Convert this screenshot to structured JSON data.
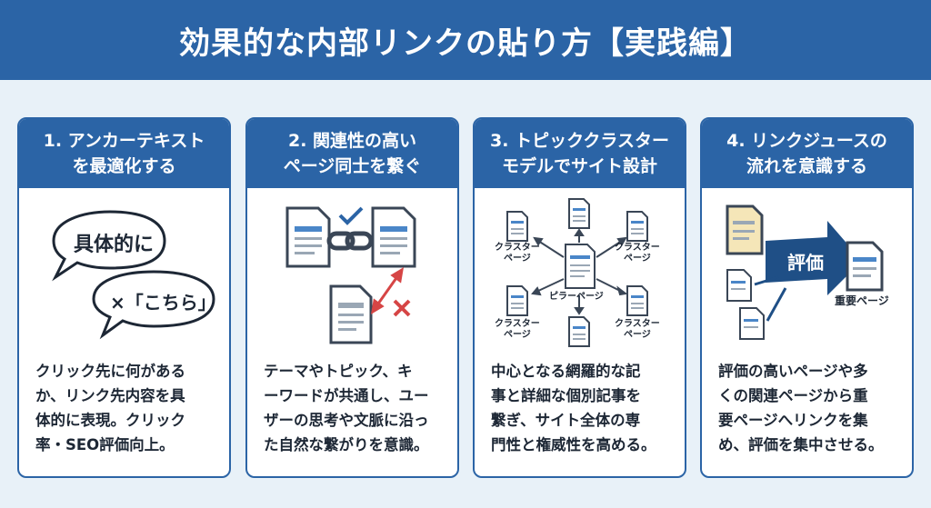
{
  "title": "効果的な内部リンクの貼り方【実践編】",
  "cards": [
    {
      "heading": [
        "1. アンカーテキスト",
        "を最適化する"
      ],
      "bubble_good": "具体的に",
      "bubble_bad": "×「こちら」",
      "body": [
        "クリック先に何があるか、リンク先内容を具",
        "体的に表現。クリック",
        "率・SEO評価向上。"
      ]
    },
    {
      "heading": [
        "2. 関連性の高い",
        "ページ同士を繋ぐ"
      ],
      "body": [
        "テーマやトピック、キ",
        "ーワードが共通し、ユー",
        "ザーの思考や文脈に沿っ",
        "た自然な繋がりを意識。"
      ]
    },
    {
      "heading": [
        "3. トピッククラスター",
        "モデルでサイト設計"
      ],
      "cluster_label": [
        "クラスター",
        "ページ"
      ],
      "pillar_label": "ピラーページ",
      "body": [
        "中心となる網羅的な記",
        "事と詳細な個別記事を",
        "繋ぎ、サイト全体の専",
        "門性と権威性を高める。"
      ]
    },
    {
      "heading": [
        "4. リンクジュースの",
        "流れを意識する"
      ],
      "arrow_label": "評価",
      "target_label": "重要ページ",
      "body": [
        "評価の高いページや多",
        "くの関連ページから重",
        "要ページへリンクを集",
        "め、評価を集中させる。"
      ]
    }
  ],
  "colors": {
    "primary": "#2b64a6",
    "background": "#e8f1f8",
    "accent_red": "#d64545",
    "doc_gold": "#f5e6b8"
  }
}
